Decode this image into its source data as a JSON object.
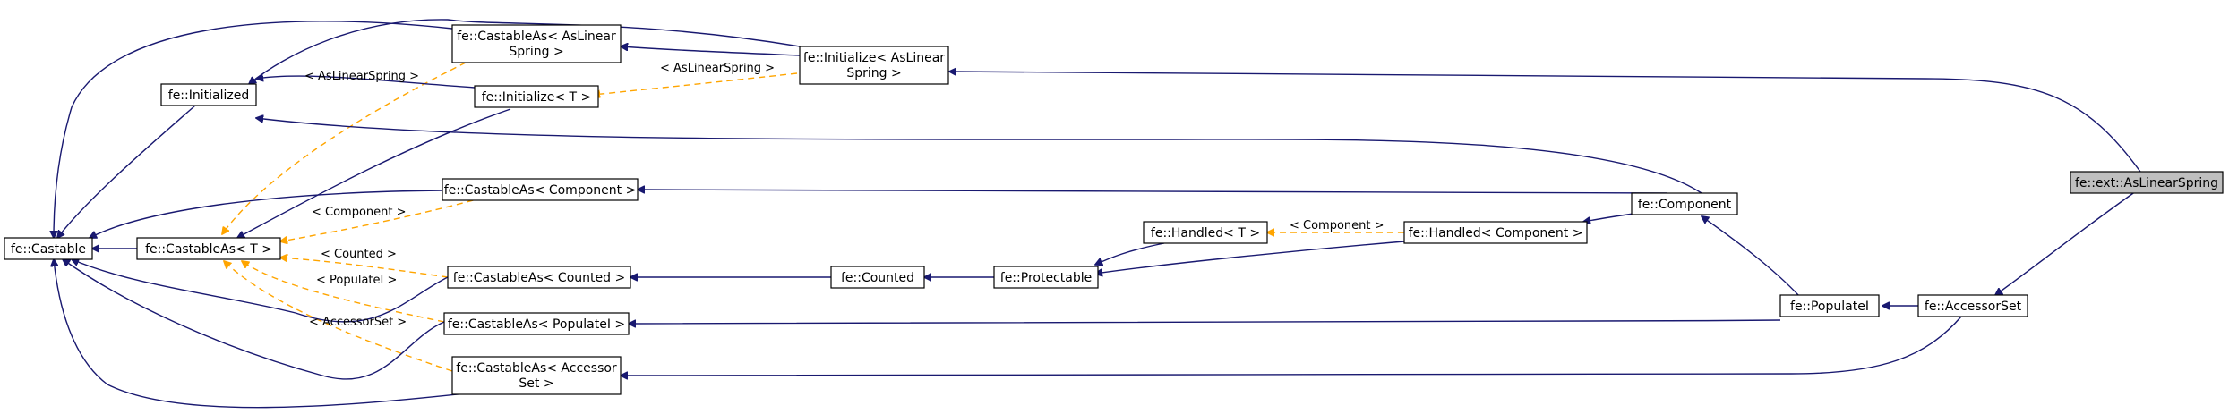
{
  "diagram": {
    "nodes": [
      {
        "id": "castable",
        "lines": [
          "fe::Castable"
        ]
      },
      {
        "id": "castableAsT",
        "lines": [
          "fe::CastableAs< T >"
        ]
      },
      {
        "id": "initialized",
        "lines": [
          "fe::Initialized"
        ]
      },
      {
        "id": "castableAsLinear",
        "lines": [
          "fe::CastableAs< AsLinear",
          "Spring >"
        ]
      },
      {
        "id": "initializeT",
        "lines": [
          "fe::Initialize< T >"
        ]
      },
      {
        "id": "initializeLinear",
        "lines": [
          "fe::Initialize< AsLinear",
          "Spring >"
        ]
      },
      {
        "id": "castableAsComponent",
        "lines": [
          "fe::CastableAs< Component >"
        ]
      },
      {
        "id": "castableAsCounted",
        "lines": [
          "fe::CastableAs< Counted >"
        ]
      },
      {
        "id": "castableAsPopulate",
        "lines": [
          "fe::CastableAs< PopulateI >"
        ]
      },
      {
        "id": "castableAsAccessor",
        "lines": [
          "fe::CastableAs< Accessor",
          "Set >"
        ]
      },
      {
        "id": "counted",
        "lines": [
          "fe::Counted"
        ]
      },
      {
        "id": "protectable",
        "lines": [
          "fe::Protectable"
        ]
      },
      {
        "id": "handledT",
        "lines": [
          "fe::Handled< T >"
        ]
      },
      {
        "id": "handledComponent",
        "lines": [
          "fe::Handled< Component >"
        ]
      },
      {
        "id": "component",
        "lines": [
          "fe::Component"
        ]
      },
      {
        "id": "populate",
        "lines": [
          "fe::PopulateI"
        ]
      },
      {
        "id": "accessorSet",
        "lines": [
          "fe::AccessorSet"
        ]
      },
      {
        "id": "asLinearSpring",
        "lines": [
          "fe::ext::AsLinearSpring"
        ],
        "focus": true
      }
    ],
    "edge_labels": [
      {
        "id": "lbl-aslinear-1",
        "text": "< AsLinearSpring >"
      },
      {
        "id": "lbl-aslinear-2",
        "text": "< AsLinearSpring >"
      },
      {
        "id": "lbl-component-1",
        "text": "< Component >"
      },
      {
        "id": "lbl-component-2",
        "text": "< Component >"
      },
      {
        "id": "lbl-counted",
        "text": "< Counted >"
      },
      {
        "id": "lbl-populate",
        "text": "< PopulateI >"
      },
      {
        "id": "lbl-accessor",
        "text": "< AccessorSet >"
      }
    ],
    "colors": {
      "inheritance_edge": "#191970",
      "template_edge": "#ffa500",
      "focus_fill": "#bfbfbf"
    }
  }
}
